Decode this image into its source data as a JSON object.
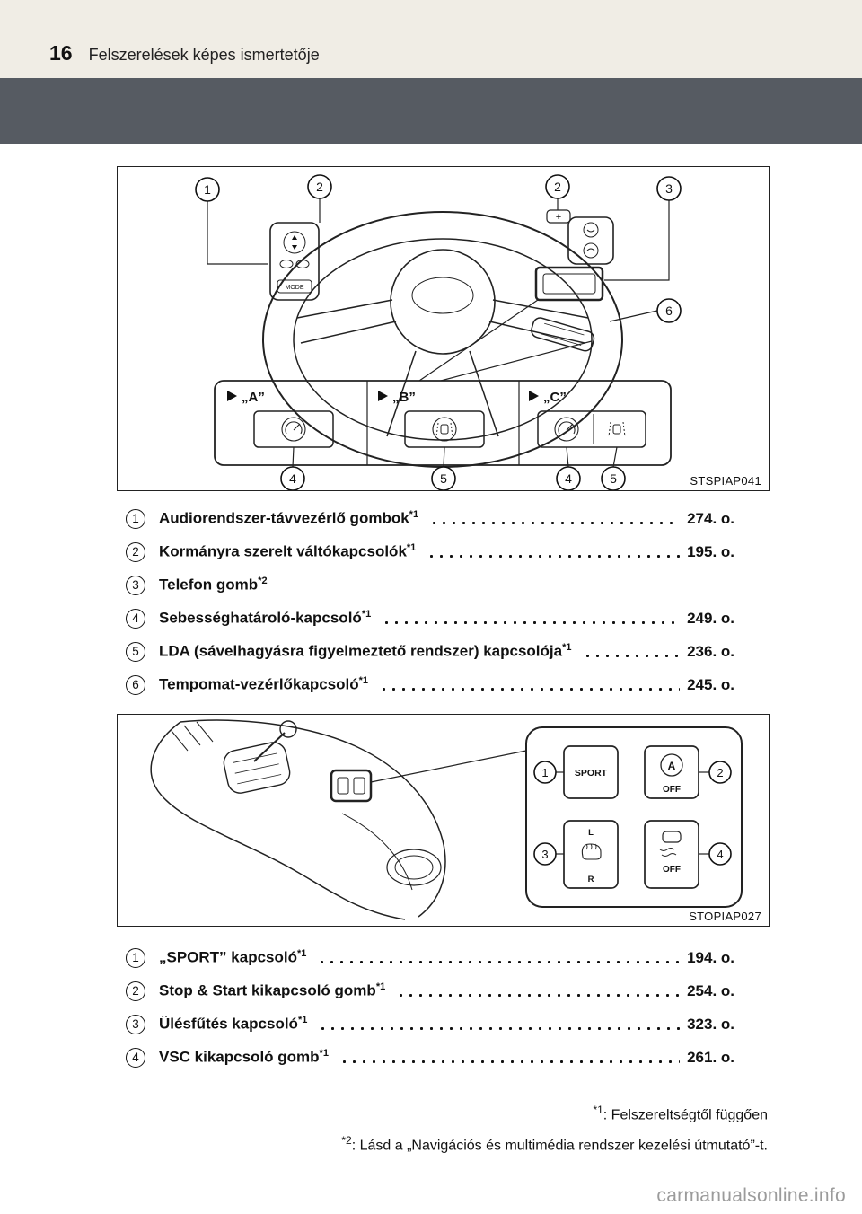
{
  "page": {
    "number": "16",
    "header_title": "Felszerelések képes ismertetője"
  },
  "figure1": {
    "caption": "STSPIAP041",
    "mode_label": "MODE",
    "paddle_plus": "+",
    "panels": [
      "„A”",
      "„B”",
      "„C”"
    ],
    "callouts": [
      "1",
      "2",
      "2",
      "3",
      "6",
      "4",
      "5",
      "4",
      "5"
    ]
  },
  "list1": {
    "items": [
      {
        "num": "1",
        "label": "Audiorendszer-távvezérlő gombok",
        "sup": "*1",
        "page": "274. o."
      },
      {
        "num": "2",
        "label": "Kormányra szerelt váltókapcsolók",
        "sup": "*1",
        "page": "195. o."
      },
      {
        "num": "3",
        "label": "Telefon gomb",
        "sup": "*2",
        "page": ""
      },
      {
        "num": "4",
        "label": "Sebességhatároló-kapcsoló",
        "sup": "*1",
        "page": "249. o."
      },
      {
        "num": "5",
        "label": "LDA (sávelhagyásra figyelmeztető rendszer) kapcsolója",
        "sup": "*1",
        "page": "236. o."
      },
      {
        "num": "6",
        "label": "Tempomat-vezérlőkapcsoló",
        "sup": "*1",
        "page": "245. o."
      }
    ]
  },
  "figure2": {
    "caption": "STOPIAP027",
    "callouts": [
      "1",
      "2",
      "3",
      "4"
    ],
    "buttons": {
      "sport": "SPORT",
      "a": "A",
      "a_off": "OFF",
      "seat_left": "L",
      "seat_right": "R",
      "vsc_off": "OFF"
    }
  },
  "list2": {
    "items": [
      {
        "num": "1",
        "label": "„SPORT” kapcsoló",
        "sup": "*1",
        "page": "194. o."
      },
      {
        "num": "2",
        "label": "Stop & Start kikapcsoló gomb",
        "sup": "*1",
        "page": "254. o."
      },
      {
        "num": "3",
        "label": "Ülésfűtés kapcsoló",
        "sup": "*1",
        "page": "323. o."
      },
      {
        "num": "4",
        "label": "VSC kikapcsoló gomb",
        "sup": "*1",
        "page": "261. o."
      }
    ]
  },
  "footnotes": [
    {
      "marker": "*1",
      "text": ": Felszereltségtől függően"
    },
    {
      "marker": "*2",
      "text": ": Lásd a „Navigációs és multimédia rendszer kezelési útmutató”-t."
    }
  ],
  "watermark": "carmanualsonline.info"
}
